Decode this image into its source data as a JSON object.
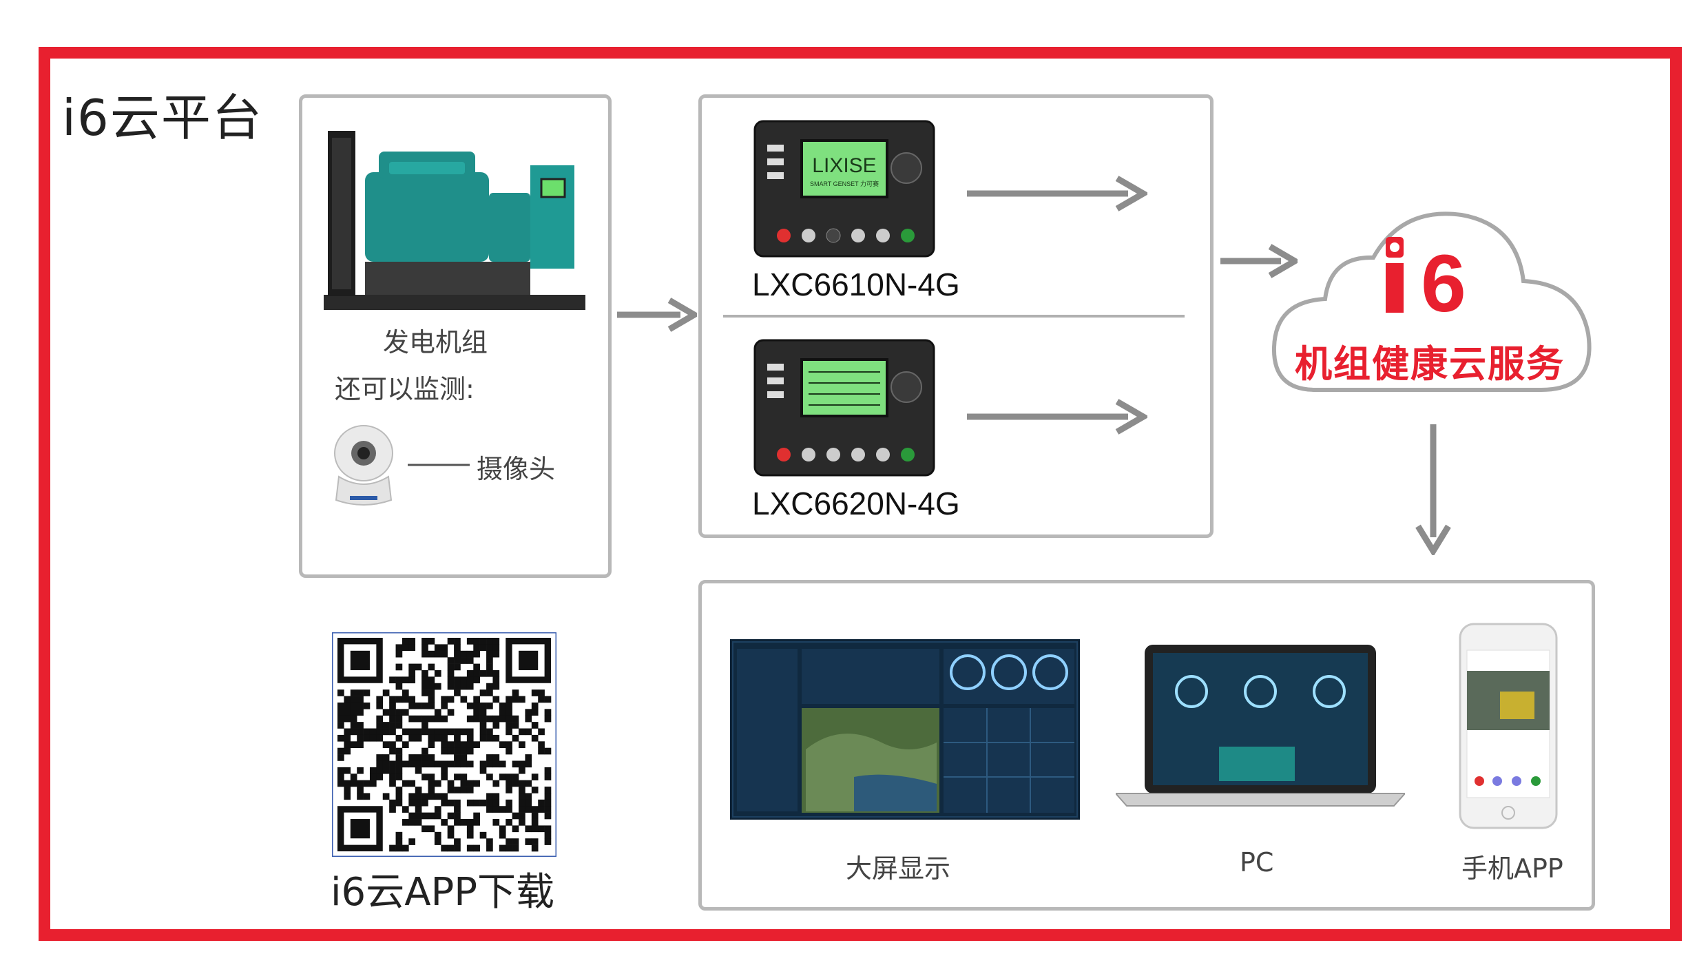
{
  "title": "i6云平台",
  "source": {
    "generator_label": "发电机组",
    "monitor_label": "还可以监测:",
    "camera_label": "摄像头"
  },
  "controllers": [
    {
      "model": "LXC6610N-4G",
      "screen_text": "LIXISE",
      "screen_sub": "SMART GENSET 力可赛"
    },
    {
      "model": "LXC6620N-4G"
    }
  ],
  "cloud": {
    "logo": "i6",
    "label": "机组健康云服务"
  },
  "app": {
    "download_label": "i6云APP下载"
  },
  "outputs": [
    {
      "label": "大屏显示"
    },
    {
      "label": "PC"
    },
    {
      "label": "手机APP"
    }
  ],
  "colors": {
    "frame": "#e8202f",
    "accent": "#e8202f",
    "border": "#b8b8b8",
    "arrow": "#8c8c8c"
  }
}
